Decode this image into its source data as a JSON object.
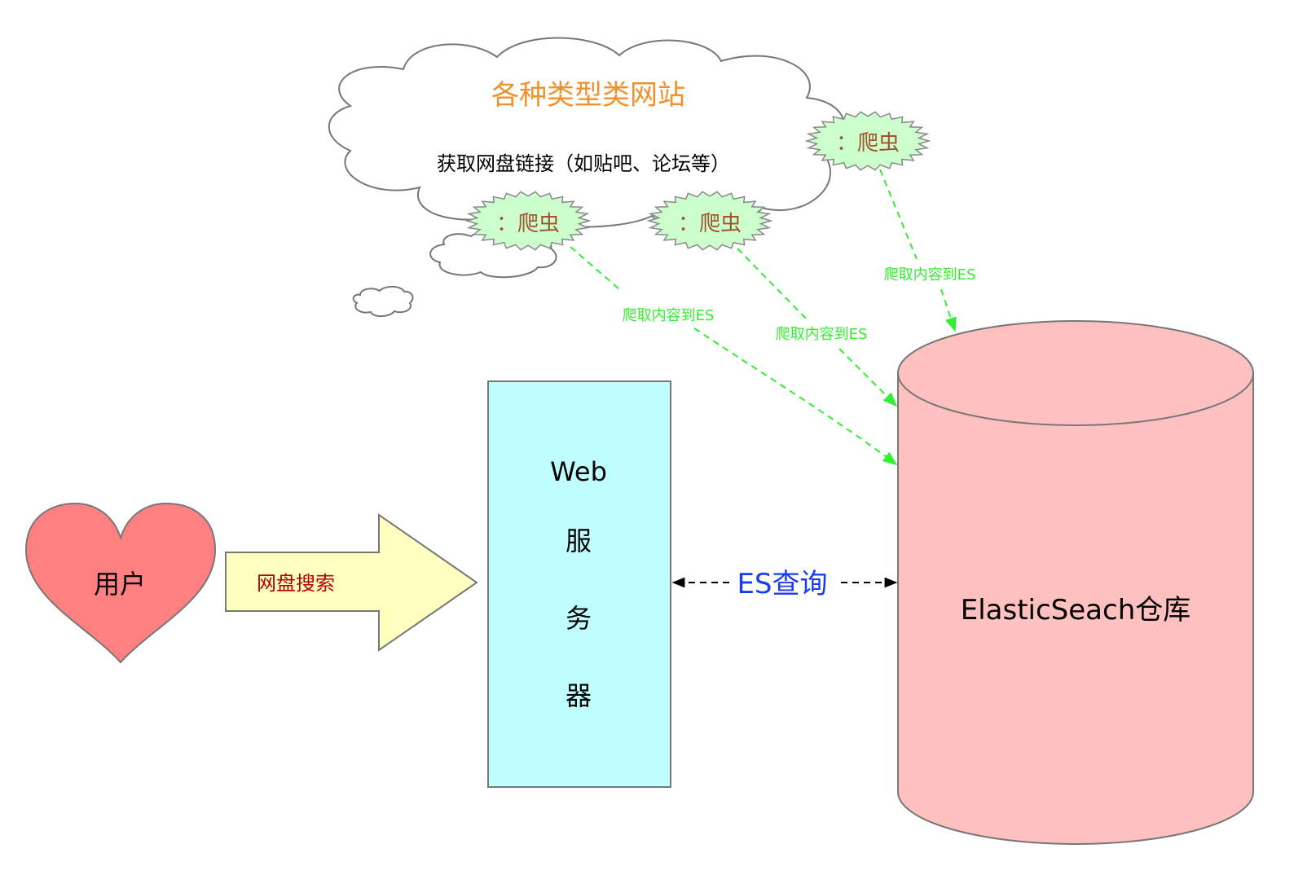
{
  "cloud": {
    "title": "各种类型类网站",
    "subtitle": "获取网盘链接（如贴吧、论坛等）"
  },
  "crawlers": [
    {
      "label": "：爬虫"
    },
    {
      "label": "：爬虫"
    },
    {
      "label": "：爬虫"
    }
  ],
  "crawl_edges": [
    {
      "label": "爬取内容到ES"
    },
    {
      "label": "爬取内容到ES"
    },
    {
      "label": "爬取内容到ES"
    }
  ],
  "user": {
    "label": "用户"
  },
  "search_arrow": {
    "label": "网盘搜索"
  },
  "web_server": {
    "line1": "Web",
    "line2": "服",
    "line3": "务",
    "line4": "器"
  },
  "es_query": {
    "label": "ES查询"
  },
  "es_store": {
    "label": "ElasticSeach仓库"
  },
  "colors": {
    "cloud_title": "#f0922b",
    "crawler_fill": "#ccffcc",
    "crawler_text": "#a0522d",
    "crawl_edge": "#33ee33",
    "heart_fill": "#ff8080",
    "arrow_fill": "#ffffc0",
    "arrow_text": "#b00000",
    "server_fill": "#c0ffff",
    "es_fill": "#ffc0c0",
    "query_text": "#1a3cf0"
  }
}
